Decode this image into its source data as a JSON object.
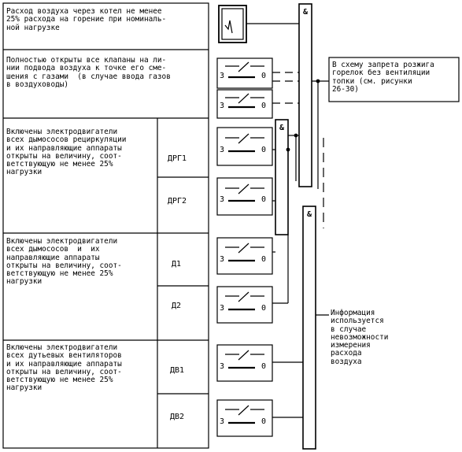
{
  "conditions": [
    {
      "text": "Расход воздуха через котел не менее\n25% расхода на горение при номиналь-\nной нагрузке"
    },
    {
      "text": "Полностью открыты все клапаны на ли-\nнии подвода воздуха к точке его сме-\nшения с газами  (в случае ввода газов\nв воздуховоды)"
    },
    {
      "text": "Включены электродвигатели\nвсех дымососов рециркуляции\nи их направляющие аппараты\nоткрыты на величину, соот-\nветствующую не менее 25%\nнагрузки"
    },
    {
      "text": "Включены электродвигатели\nвсех дымососов  и  их\nнаправляющие аппараты\nоткрыты на величину, соот-\nветствующую не менее 25%\nнагрузки"
    },
    {
      "text": "Включены электродвигатели\nвсех дутьевых вентиляторов\nи их направляющие аппараты\nоткрыты на величину, соот-\nветствующую не менее 25%\nнагрузки"
    }
  ],
  "devices": [
    "ДРГ1",
    "ДРГ2",
    "Д1",
    "Д2",
    "ДВ1",
    "ДВ2"
  ],
  "switch": {
    "left": "3",
    "right": "0"
  },
  "gates": {
    "and_label": "&"
  },
  "output_text": "В схему запрета розжига\nгорелок без вентиляции\nтопки (см. рисунки\n26-30)",
  "info_text": "Информация\nиспользуется\nв случае\nневозможности\nизмерения\nрасхода\nвоздуха"
}
